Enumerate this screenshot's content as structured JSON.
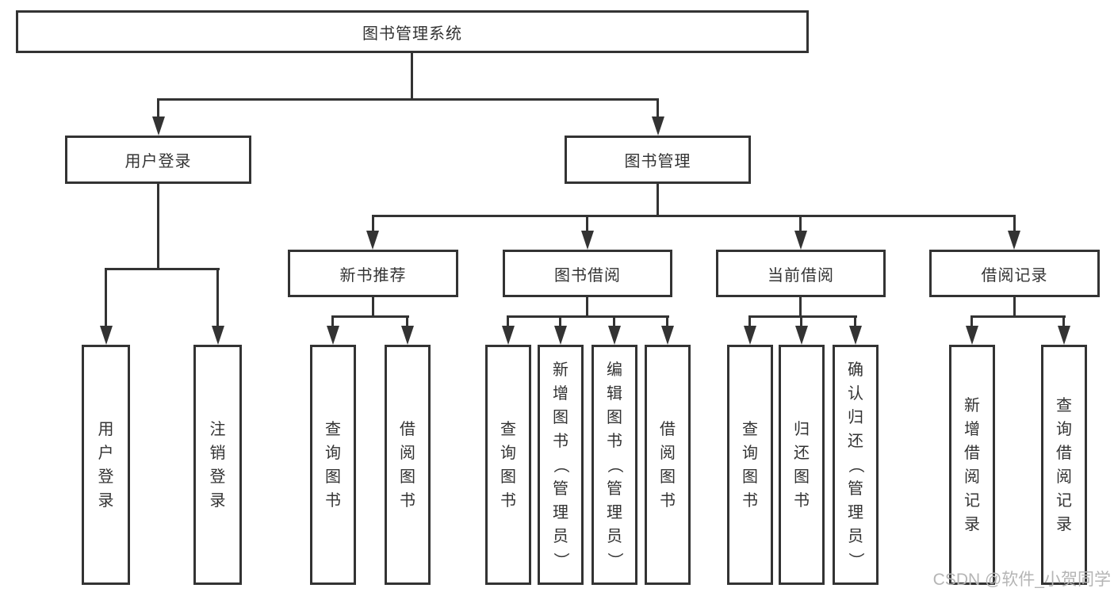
{
  "diagram": {
    "root": {
      "label": "图书管理系统",
      "children": [
        {
          "label": "用户登录",
          "children": [
            {
              "label": "用户登录"
            },
            {
              "label": "注销登录"
            }
          ]
        },
        {
          "label": "图书管理",
          "children": [
            {
              "label": "新书推荐",
              "children": [
                {
                  "label": "查询图书"
                },
                {
                  "label": "借阅图书"
                }
              ]
            },
            {
              "label": "图书借阅",
              "children": [
                {
                  "label": "查询图书"
                },
                {
                  "label": "新增图书（管理员）"
                },
                {
                  "label": "编辑图书（管理员）"
                },
                {
                  "label": "借阅图书"
                }
              ]
            },
            {
              "label": "当前借阅",
              "children": [
                {
                  "label": "查询图书"
                },
                {
                  "label": "归还图书"
                },
                {
                  "label": "确认归还（管理员）"
                }
              ]
            },
            {
              "label": "借阅记录",
              "children": [
                {
                  "label": "新增借阅记录"
                },
                {
                  "label": "查询借阅记录"
                }
              ]
            }
          ]
        }
      ]
    }
  },
  "watermark": {
    "text": "CSDN @软件_小贺同学"
  },
  "colors": {
    "line": "#333333",
    "text": "#333333",
    "background": "#ffffff",
    "watermark": "#b5b5b5"
  }
}
